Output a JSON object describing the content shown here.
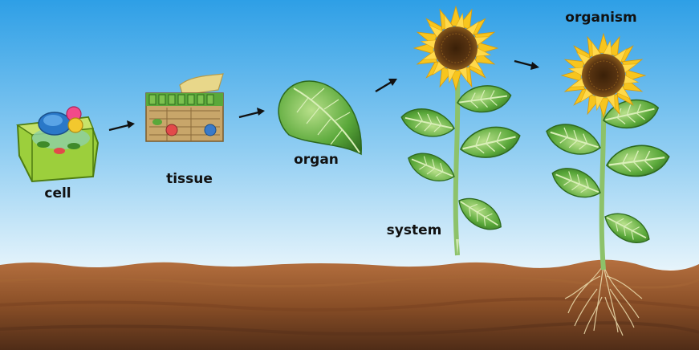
{
  "diagram": {
    "stages": [
      {
        "id": "cell",
        "label": "cell"
      },
      {
        "id": "tissue",
        "label": "tissue"
      },
      {
        "id": "organ",
        "label": "organ"
      },
      {
        "id": "system",
        "label": "system"
      },
      {
        "id": "organism",
        "label": "organism"
      }
    ],
    "flow": [
      "cell",
      "tissue",
      "organ",
      "system",
      "organism"
    ],
    "colors": {
      "sky_top": "#2e9fe6",
      "sky_bottom": "#e6f4fb",
      "soil_top": "#b5703f",
      "soil_bottom": "#4f2c17",
      "leaf": "#5aa83a",
      "petal": "#f7c51e",
      "flower_center": "#5a3512",
      "stem": "#8dc26a",
      "arrow": "#111111"
    }
  }
}
